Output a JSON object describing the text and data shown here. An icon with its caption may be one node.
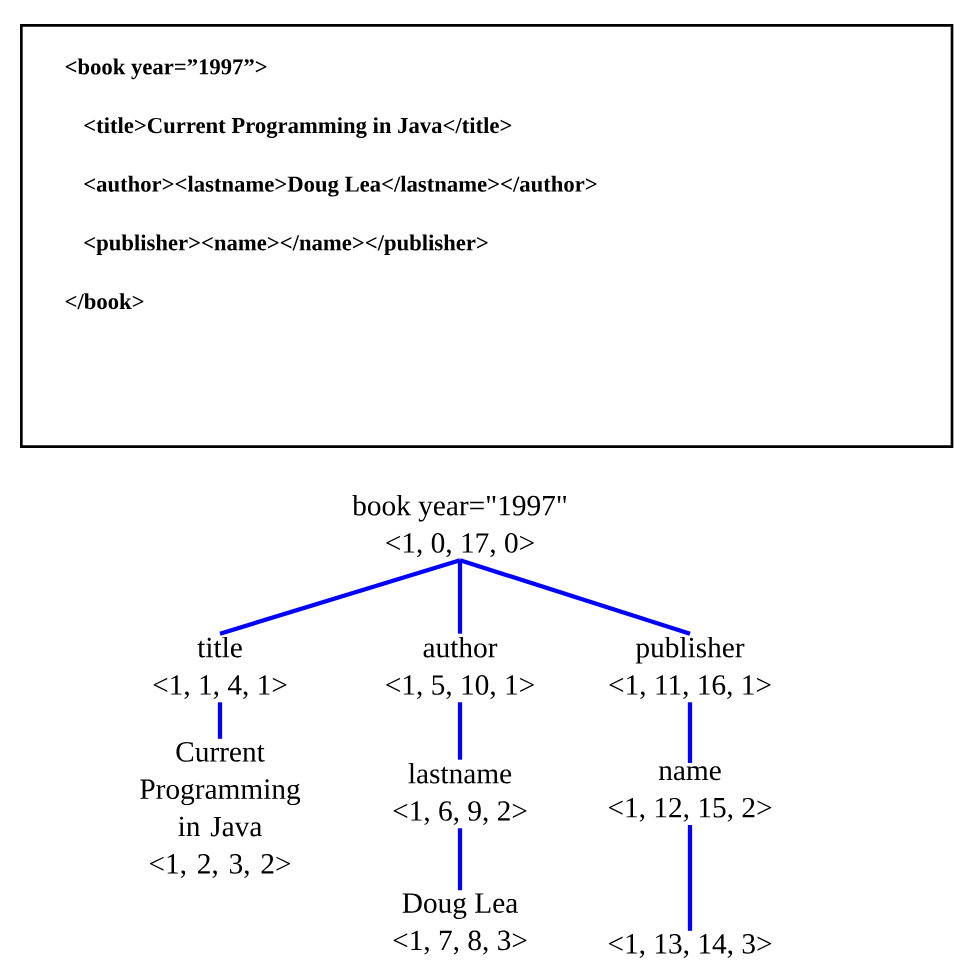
{
  "diagram": {
    "nodes": [
      {
        "text": [
          "<book year=”1997”>",
          "<title>Current Programming in Java</title>",
          "<author><lastname>Doug Lea</lastname></author>",
          "<publisher><name></name></publisher>",
          "</book>"
        ]
      },
      {
        "text": [
          "book year=\"1997\"",
          "<1, 0, 17, 0>"
        ]
      },
      {
        "text": [
          "title",
          "<1, 1, 4, 1>"
        ]
      },
      {
        "text": [
          "author",
          "<1, 5, 10, 1>"
        ]
      },
      {
        "text": [
          "publisher",
          "<1, 11, 16, 1>"
        ]
      },
      {
        "text": [
          "Current Programming in Java",
          "<1, 2, 3, 2>"
        ]
      },
      {
        "text": [
          "lastname",
          "<1, 6, 9, 2>"
        ]
      },
      {
        "text": [
          "name",
          "<1, 12, 15, 2>"
        ]
      },
      {
        "text": [
          "Doug Lea",
          "<1, 7, 8, 3>"
        ]
      },
      {
        "text": [
          "<1, 13, 14, 3>"
        ]
      }
    ],
    "edges": [
      {
        "from": 1,
        "to": 2,
        "arrow": "none"
      },
      {
        "from": 1,
        "to": 3,
        "arrow": "none"
      },
      {
        "from": 1,
        "to": 4,
        "arrow": "none"
      },
      {
        "from": 2,
        "to": 5,
        "arrow": "none"
      },
      {
        "from": 3,
        "to": 6,
        "arrow": "none"
      },
      {
        "from": 4,
        "to": 7,
        "arrow": "none"
      },
      {
        "from": 6,
        "to": 8,
        "arrow": "none"
      },
      {
        "from": 7,
        "to": 9,
        "arrow": "none"
      }
    ]
  }
}
